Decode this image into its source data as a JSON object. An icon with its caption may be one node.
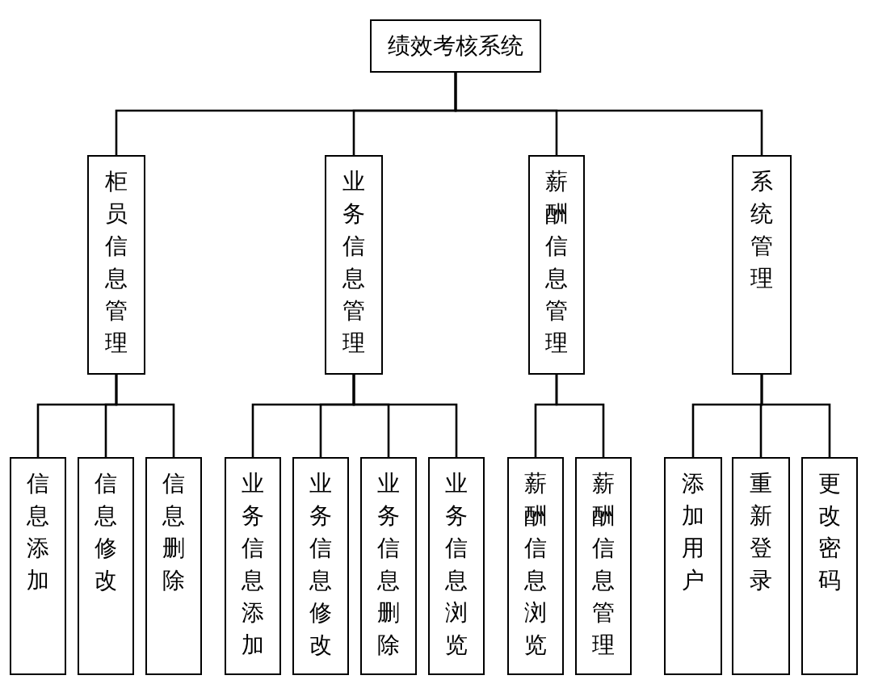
{
  "diagram": {
    "nodes": [
      {
        "text": [
          "绩效考核系统"
        ]
      },
      {
        "text": [
          "柜员信息管理"
        ]
      },
      {
        "text": [
          "业务信息管理"
        ]
      },
      {
        "text": [
          "薪酬信息管理"
        ]
      },
      {
        "text": [
          "系统管理"
        ]
      },
      {
        "text": [
          "信息添加"
        ]
      },
      {
        "text": [
          "信息修改"
        ]
      },
      {
        "text": [
          "信息删除"
        ]
      },
      {
        "text": [
          "业务信息添加"
        ]
      },
      {
        "text": [
          "业务信息修改"
        ]
      },
      {
        "text": [
          "业务信息删除"
        ]
      },
      {
        "text": [
          "业务信息浏览"
        ]
      },
      {
        "text": [
          "薪酬信息浏览"
        ]
      },
      {
        "text": [
          "薪酬信息管理"
        ]
      },
      {
        "text": [
          "添加用户"
        ]
      },
      {
        "text": [
          "重新登录"
        ]
      },
      {
        "text": [
          "更改密码"
        ]
      }
    ],
    "edges": [
      {
        "from": 0,
        "to": 1,
        "arrow": "none"
      },
      {
        "from": 0,
        "to": 2,
        "arrow": "none"
      },
      {
        "from": 0,
        "to": 3,
        "arrow": "none"
      },
      {
        "from": 0,
        "to": 4,
        "arrow": "none"
      },
      {
        "from": 1,
        "to": 5,
        "arrow": "none"
      },
      {
        "from": 1,
        "to": 6,
        "arrow": "none"
      },
      {
        "from": 1,
        "to": 7,
        "arrow": "none"
      },
      {
        "from": 2,
        "to": 8,
        "arrow": "none"
      },
      {
        "from": 2,
        "to": 9,
        "arrow": "none"
      },
      {
        "from": 2,
        "to": 10,
        "arrow": "none"
      },
      {
        "from": 2,
        "to": 11,
        "arrow": "none"
      },
      {
        "from": 3,
        "to": 12,
        "arrow": "none"
      },
      {
        "from": 3,
        "to": 13,
        "arrow": "none"
      },
      {
        "from": 4,
        "to": 14,
        "arrow": "none"
      },
      {
        "from": 4,
        "to": 15,
        "arrow": "none"
      },
      {
        "from": 4,
        "to": 16,
        "arrow": "none"
      }
    ]
  }
}
